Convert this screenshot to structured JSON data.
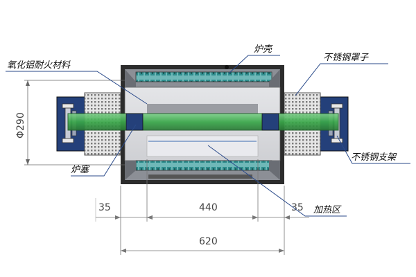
{
  "labels": {
    "alumina_refractory": "氧化铝耐火材料",
    "furnace_shell": "炉壳",
    "stainless_cover": "不锈钢罩子",
    "furnace_plug": "炉塞",
    "stainless_bracket": "不锈钢支架",
    "heating_zone": "加热区"
  },
  "dimensions": {
    "diameter": "Φ290",
    "left_offset": "35",
    "heating_length": "440",
    "right_offset": "35",
    "total_length": "620"
  },
  "colors": {
    "shell": "#2c2c2c",
    "refractory": "#d9dade",
    "panel_blue": "#24407a",
    "tube_green": "#3aa84a",
    "coil_teal": "#2e8c8c",
    "perforated": "#d8d8d8",
    "leader": "#2a4a8a"
  }
}
